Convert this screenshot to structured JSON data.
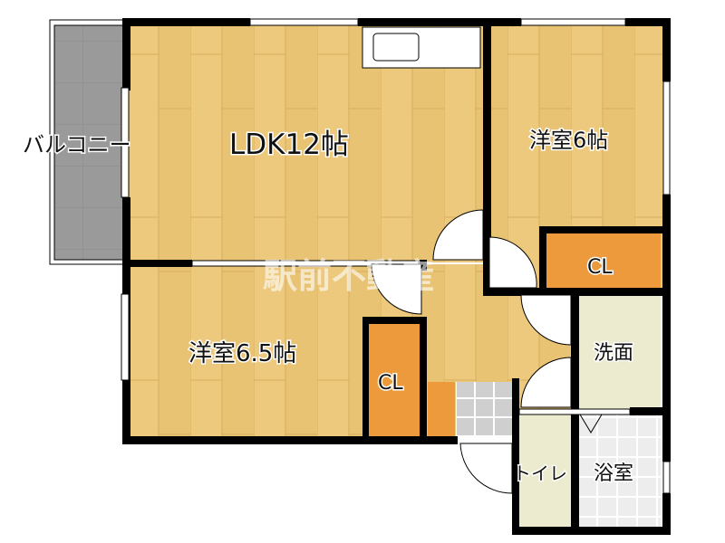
{
  "plan": {
    "rooms": {
      "balcony": "バルコニー",
      "ldk": "LDK12帖",
      "western_room_1": "洋室6帖",
      "closet_1": "CL",
      "western_room_2": "洋室6.5帖",
      "closet_2": "CL",
      "washroom": "洗面",
      "toilet": "トイレ",
      "bathroom": "浴室"
    },
    "watermark": "駅前不動産",
    "colors": {
      "wood_floor": "#e9c374",
      "closet": "#ec9a3c",
      "balcony": "#9a9a9a",
      "wet_area": "#ecebd0",
      "bath_tile": "#ececec",
      "wall": "#000000"
    }
  }
}
